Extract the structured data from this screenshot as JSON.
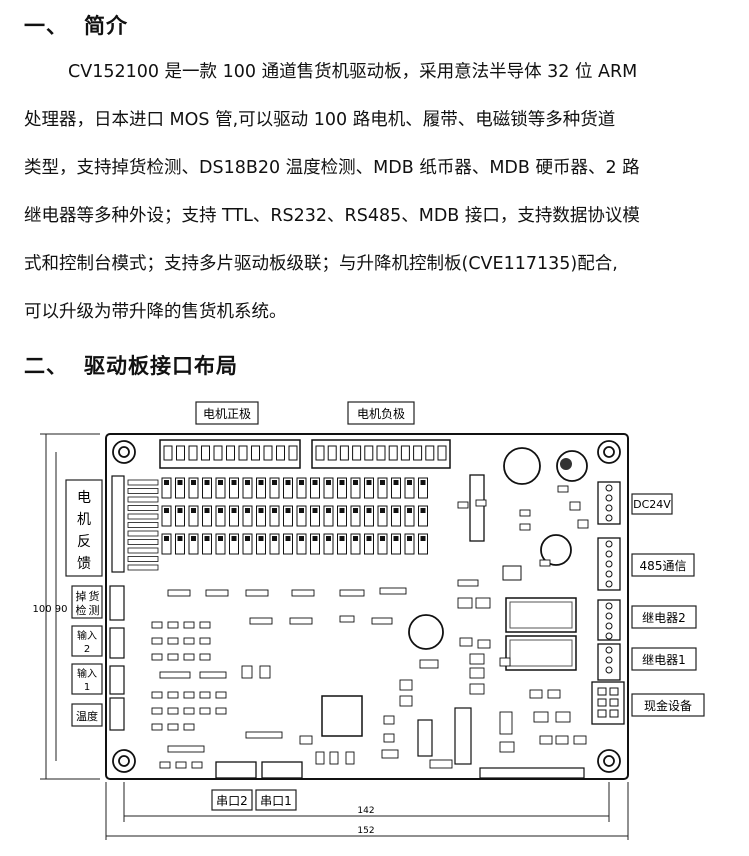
{
  "section1": {
    "num": "一、",
    "title": "简介"
  },
  "intro_lines": [
    "CV152100 是一款 100 通道售货机驱动板，采用意法半导体 32 位 ARM",
    "处理器，日本进口 MOS 管,可以驱动 100 路电机、履带、电磁锁等多种货道",
    "类型，支持掉货检测、DS18B20 温度检测、MDB 纸币器、MDB 硬币器、2 路",
    "继电器等多种外设；支持 TTL、RS232、RS485、MDB 接口，支持数据协议模",
    "式和控制台模式；支持多片驱动板级联；与升降机控制板(CVE117135)配合,",
    "可以升级为带升降的售货机系统。"
  ],
  "section2": {
    "num": "二、",
    "title": "驱动板接口布局"
  },
  "board": {
    "top_labels": {
      "motor_pos": "电机正极",
      "motor_neg": "电机负极"
    },
    "left_labels": {
      "motor_feedback": [
        "电",
        "机",
        "反",
        "馈"
      ],
      "drop_detect": [
        "掉",
        "货",
        "检",
        "测"
      ],
      "input2": [
        "输入",
        "2"
      ],
      "input1": [
        "输入",
        "1"
      ],
      "temperature": "温度"
    },
    "right_labels": {
      "dc24v": "DC24V",
      "rs485": "485通信",
      "relay2": "继电器2",
      "relay1": "继电器1",
      "cash_device": "现金设备"
    },
    "bottom_labels": {
      "serial2": "串口2",
      "serial1": "串口1"
    },
    "dimensions": {
      "height": "100 90",
      "inner_width": "142",
      "outer_width": "152"
    }
  }
}
